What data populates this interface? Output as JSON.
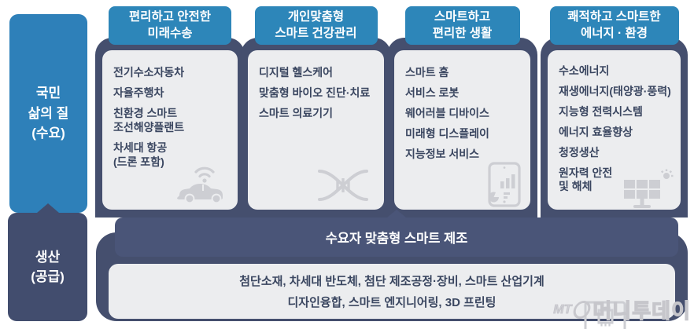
{
  "colors": {
    "accent_blue": "#2E80B9",
    "header_teal": "#2D86B9",
    "navy": "#454F6E",
    "navy_header": "#4A5578",
    "panel_gray": "#ECEDEF",
    "body_text": "#3A4660",
    "icon_gray": "#CDCED3"
  },
  "left_bars": {
    "demand": "국민\n삶의 질\n(수요)",
    "supply": "생산\n(공급)"
  },
  "cards": [
    {
      "title": "편리하고 안전한\n미래수송",
      "icon": "connected-car-icon",
      "items": [
        "전기수소자동차",
        "자율주행차",
        "친환경 스마트\n조선해양플랜트",
        "차세대 항공\n(드론 포함)"
      ]
    },
    {
      "title": "개인맞춤형\n스마트 건강관리",
      "icon": "dna-icon",
      "items": [
        "디지털 헬스케어",
        "맞춤형 바이오 진단·치료",
        "스마트 의료기기"
      ]
    },
    {
      "title": "스마트하고\n편리한 생활",
      "icon": "tablet-chart-icon",
      "items": [
        "스마트 홈",
        "서비스 로봇",
        "웨어러블 디바이스",
        "미래형 디스플레이",
        "지능정보 서비스"
      ]
    },
    {
      "title": "쾌적하고 스마트한\n에너지 · 환경",
      "icon": "solar-panel-icon",
      "items": [
        "수소에너지",
        "재생에너지(태양광·풍력)",
        "지능형 전력시스템",
        "에너지 효율향상",
        "청정생산",
        "원자력 안전\n및 해체"
      ]
    }
  ],
  "manufacturing": {
    "title": "수요자 맞춤형 스마트 제조",
    "line1": "첨단소재, 차세대 반도체, 첨단 제조공정·장비, 스마트 산업기계",
    "line2": "디자인융합, 스마트 엔지니어링, 3D 프린팅",
    "icon": "chip-icon"
  },
  "watermark": {
    "prefix": "MT",
    "name": "머니투데이"
  }
}
